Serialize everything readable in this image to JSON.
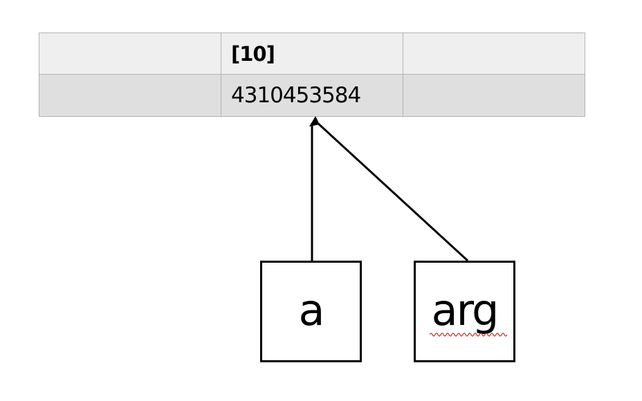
{
  "table": {
    "header_row": [
      "",
      "[10]",
      ""
    ],
    "value_row": [
      "",
      "4310453584",
      ""
    ]
  },
  "variables": {
    "a": "a",
    "arg": "arg"
  },
  "colors": {
    "header_bg": "#efefef",
    "value_bg": "#dfdfdf",
    "border": "#b3b3b3",
    "arrow": "#000000",
    "spellcheck_squiggle": "#d62b2b"
  }
}
